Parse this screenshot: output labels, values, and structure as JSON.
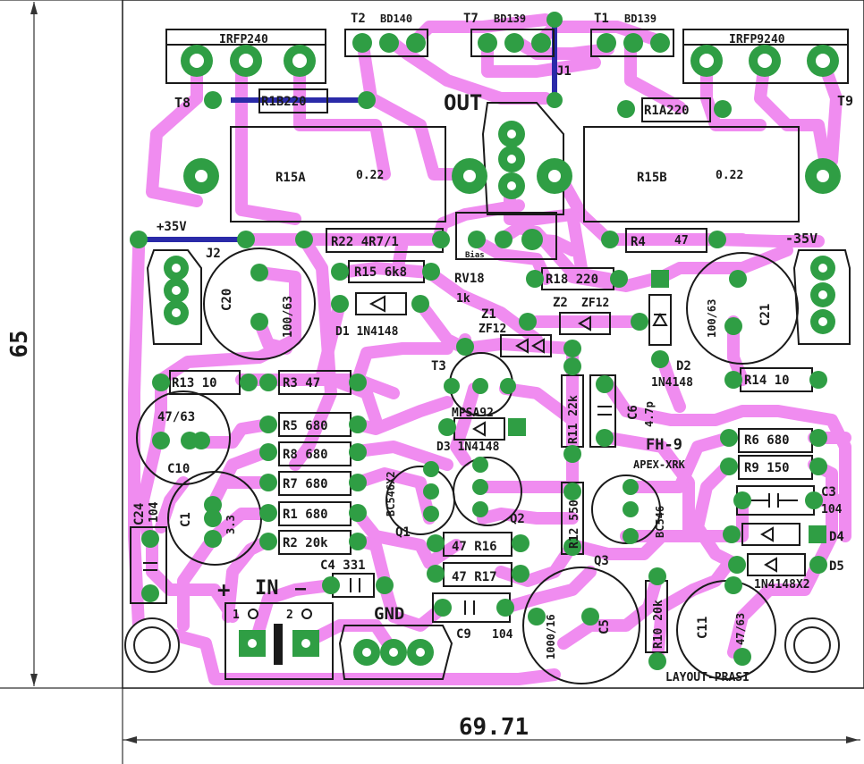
{
  "board": {
    "title": "FH-9",
    "subtitle": "APEX-XRK",
    "layout_credit": "LAYOUT-PRASI",
    "width_label": "69.71",
    "height_label": "65",
    "colors": {
      "board": "#ffffff",
      "track": "#f08cf0",
      "pad": "#2f9e44",
      "jumper": "#2a2aa8",
      "silk": "#1a1a1a"
    }
  },
  "connectors": {
    "out": "OUT",
    "gnd": "GND",
    "in": "IN",
    "in_plus": "+",
    "in_minus": "—",
    "in_pin1": "1",
    "in_pin2": "2",
    "vplus": "+35V",
    "vminus": "-35V",
    "j1": "J1",
    "j2": "J2",
    "bias": "Bias"
  },
  "labels": {
    "t8": "T8",
    "t9": "T9",
    "irfp240": "IRFP240",
    "irfp9240": "IRFP9240",
    "t2": "T2",
    "bd140": "BD140",
    "t7": "T7",
    "bd139a": "BD139",
    "t1": "T1",
    "bd139b": "BD139",
    "r1b": "R1B220",
    "r1a": "R1A220",
    "r15a": "R15A",
    "r15a_val": "0.22",
    "r15b": "R15B",
    "r15b_val": "0.22",
    "r22": "R22 4R7/1",
    "r4": "R4",
    "r4_val": "47",
    "r15": "R15 6k8",
    "rv18": "RV18",
    "rv18_val": "1k",
    "r18": "R18 220",
    "z1": "Z1",
    "zf12a": "ZF12",
    "z2": "Z2",
    "zf12b": "ZF12",
    "d1": "D1 1N4148",
    "d2": "D2",
    "d2_val": "1N4148",
    "c20": "C20",
    "c20_val": "100/63",
    "c21": "C21",
    "c21_val": "100/63",
    "t3": "T3",
    "mpsa92": "MPSA92",
    "r13": "R13 10",
    "r3": "R3 47",
    "r14": "R14 10",
    "r11": "R11 22k",
    "c6": "C6",
    "c6_val": "4.7p",
    "r5": "R5 680",
    "r8": "R8 680",
    "r7": "R7 680",
    "r1": "R1 680",
    "r2": "R2 20k",
    "d3": "D3 1N4148",
    "c10": "C10",
    "c10_val": "47/63",
    "bc546x2": "BC546X2",
    "q1": "Q1",
    "q2": "Q2",
    "q3": "Q3",
    "r6": "R6 680",
    "r9": "R9 150",
    "c3": "C3",
    "c3_val": "104",
    "bc546": "BC546",
    "r12": "R12 550",
    "d4": "D4",
    "d5": "D5",
    "d45_val": "1N4148X2",
    "c24": "C24",
    "c24_val": "104",
    "c1": "C1",
    "c1_val": "3.3",
    "c4": "C4 331",
    "r16": "47 R16",
    "r17": "47 R17",
    "c9": "C9",
    "c9_val": "104",
    "c5": "C5",
    "c5_val": "1000/16",
    "r10": "R10 20k",
    "c11": "C11",
    "c11_val": "47/63"
  }
}
